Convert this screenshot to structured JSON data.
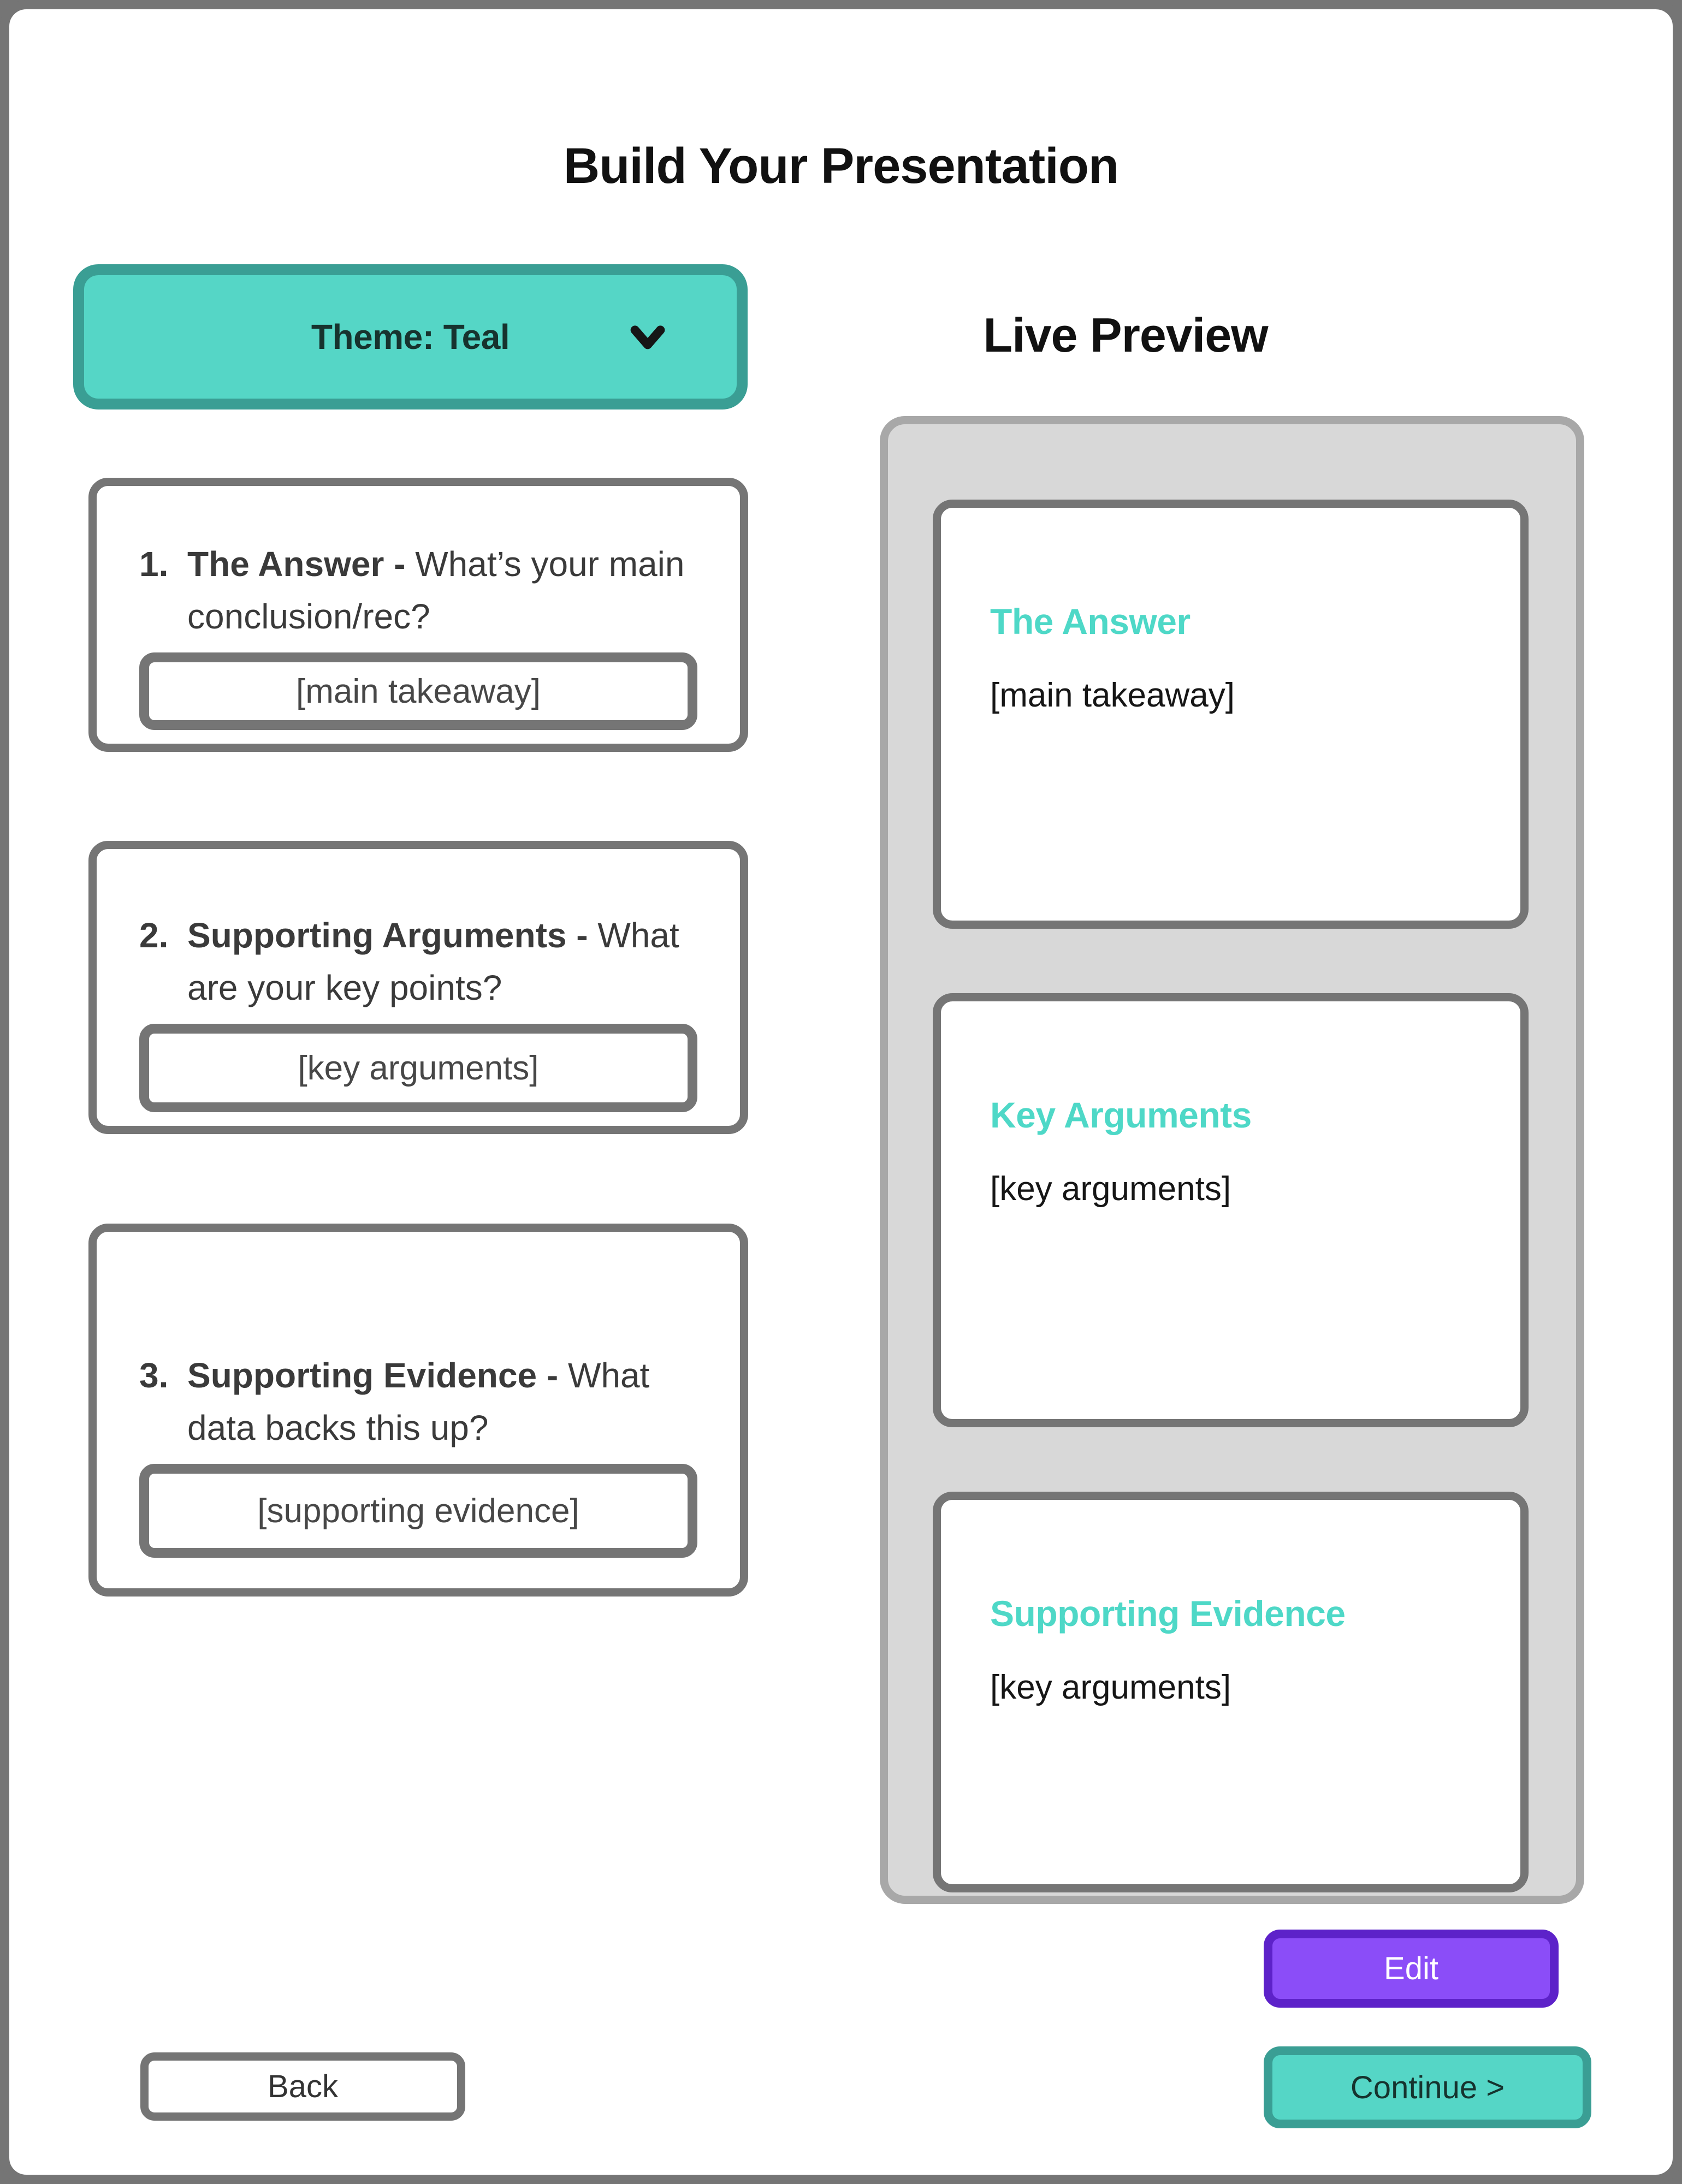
{
  "page": {
    "title": "Build Your Presentation"
  },
  "theme_selector": {
    "label": "Theme: Teal",
    "icon": "chevron-down-icon"
  },
  "builder_cards": [
    {
      "number": "1.",
      "heading": "The Answer -",
      "question": "What’s your main conclusion/rec?",
      "input_value": "[main takeaway]"
    },
    {
      "number": "2.",
      "heading": "Supporting Arguments -",
      "question": "What are your key points?",
      "input_value": "[key arguments]"
    },
    {
      "number": "3.",
      "heading": "Supporting Evidence -",
      "question": "What data backs this up?",
      "input_value": "[supporting evidence]"
    }
  ],
  "preview": {
    "heading": "Live Preview",
    "slides": [
      {
        "title": "The Answer",
        "body": "[main takeaway]"
      },
      {
        "title": "Key Arguments",
        "body": "[key arguments]"
      },
      {
        "title": "Supporting Evidence",
        "body": "[key arguments]"
      }
    ]
  },
  "actions": {
    "edit": "Edit",
    "back": "Back",
    "continue": "Continue >"
  },
  "colors": {
    "teal": "#55D6C6",
    "teal_border": "#3A9E94",
    "teal_accent": "#4ED8C7",
    "purple": "#8B4DF8",
    "purple_border": "#5D22C9",
    "gray_border": "#757575",
    "panel_bg": "#D8D8D8",
    "panel_border": "#A8A8A8",
    "heading_ink": "#111111",
    "card_ink": "#3A3A3A",
    "slide_ink": "#161616",
    "edit_ink": "#FFFFFF",
    "continue_ink": "#16332E"
  }
}
